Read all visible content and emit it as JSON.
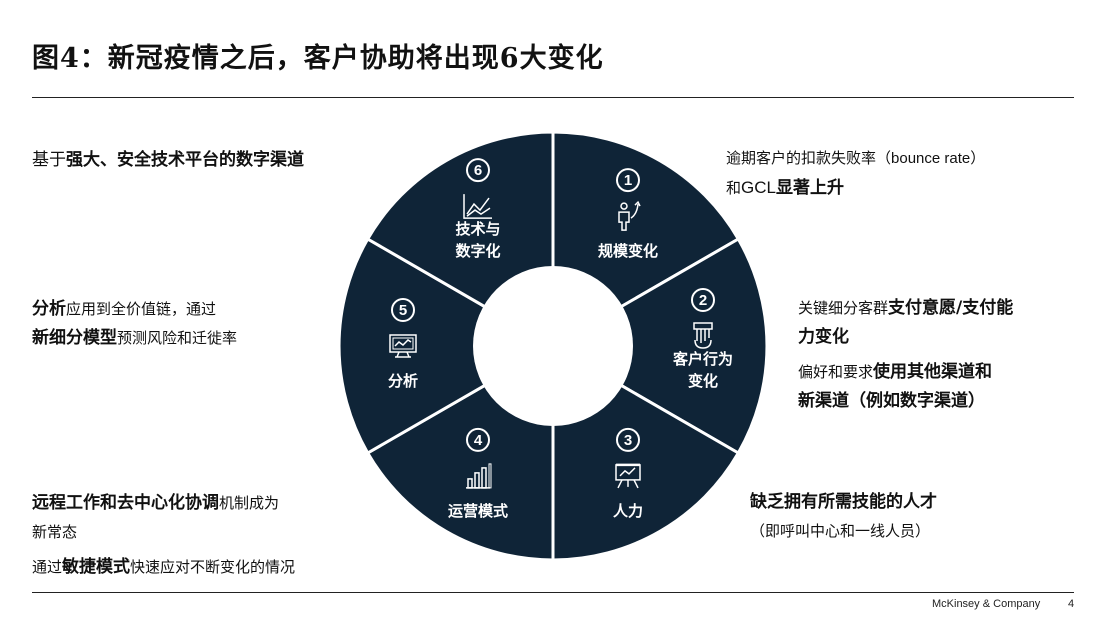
{
  "title": "图4：新冠疫情之后，客户协助将出现6大变化",
  "footer": {
    "brand": "McKinsey & Company",
    "page": "4"
  },
  "colors": {
    "segment_fill": "#0f2437",
    "segment_stroke": "#ffffff",
    "text": "#111111"
  },
  "wheel": {
    "segments": [
      {
        "number": "1",
        "lines": [
          "规模变化"
        ],
        "icon": "person-growth-icon"
      },
      {
        "number": "2",
        "lines": [
          "客户行为",
          "变化"
        ],
        "icon": "hand-card-icon"
      },
      {
        "number": "3",
        "lines": [
          "人力"
        ],
        "icon": "presentation-board-icon"
      },
      {
        "number": "4",
        "lines": [
          "运营模式"
        ],
        "icon": "bar-chart-icon"
      },
      {
        "number": "5",
        "lines": [
          "分析"
        ],
        "icon": "monitor-chart-icon"
      },
      {
        "number": "6",
        "lines": [
          "技术与",
          "数字化"
        ],
        "icon": "line-chart-icon"
      }
    ]
  },
  "annotations": {
    "seg1": {
      "line1": "逾期客户的扣款失败率（",
      "line1_en": "bounce rate",
      "line1_end": "）",
      "line2_a": "和",
      "line2_en": "GCL",
      "line2_b": "显著上升"
    },
    "seg2": {
      "l1_a": "关键细分客群",
      "l1_b": "支付意愿/支付能",
      "l2_b": "力变化",
      "l3_a": "偏好和要求",
      "l3_b": "使用其他渠道和",
      "l4_b": "新渠道（例如数字渠道）"
    },
    "seg3": {
      "l1": "缺乏拥有所需技能的人才",
      "l2": "（即呼叫中心和一线人员）"
    },
    "seg4": {
      "l1_b": "远程工作和去中心化协调",
      "l1_a": "机制成为",
      "l2": "新常态",
      "l3_a": "通过",
      "l3_b": "敏捷模式",
      "l3_c": "快速应对不断变化的情况"
    },
    "seg5": {
      "l1_b": "分析",
      "l1_a": "应用到全价值链，通过",
      "l2_b": "新细分模型",
      "l2_a": "预测风险和迁徙率"
    },
    "seg6": {
      "l1_a": "基于",
      "l1_b": "强大、安全技术平台的数字渠道"
    }
  }
}
